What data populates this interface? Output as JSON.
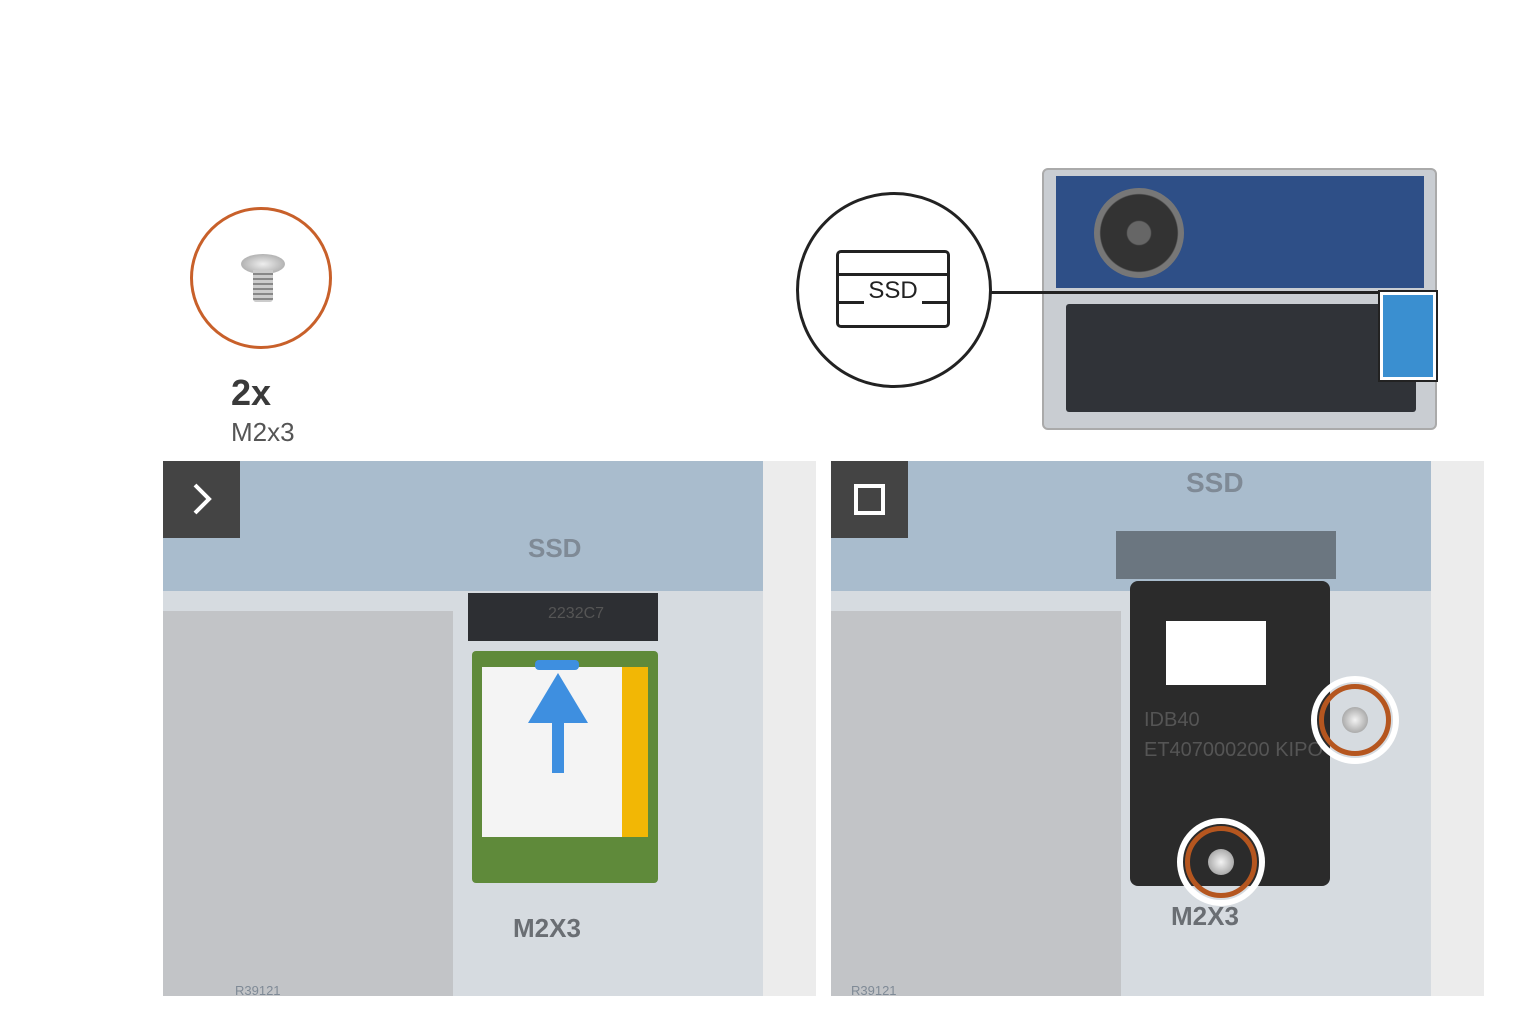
{
  "screw": {
    "quantity": "2x",
    "type": "M2x3",
    "ring_color": "#c8602a"
  },
  "callout": {
    "icon": "ssd-icon",
    "label": "SSD",
    "highlight_color": "#3a8fd0"
  },
  "steps": [
    {
      "icon": "chevron-right-icon",
      "action_color": "#3e8fe0",
      "photo_labels": {
        "board": "SSD",
        "screw_mark": "M2X3",
        "connector": "2232C7",
        "code": "R39121"
      }
    },
    {
      "icon": "stop-square-icon",
      "photo_labels": {
        "board": "SSD",
        "screw_mark": "M2X3",
        "shield_text": "IDB40 ET407000200 KIPO",
        "code": "R39121"
      }
    }
  ]
}
